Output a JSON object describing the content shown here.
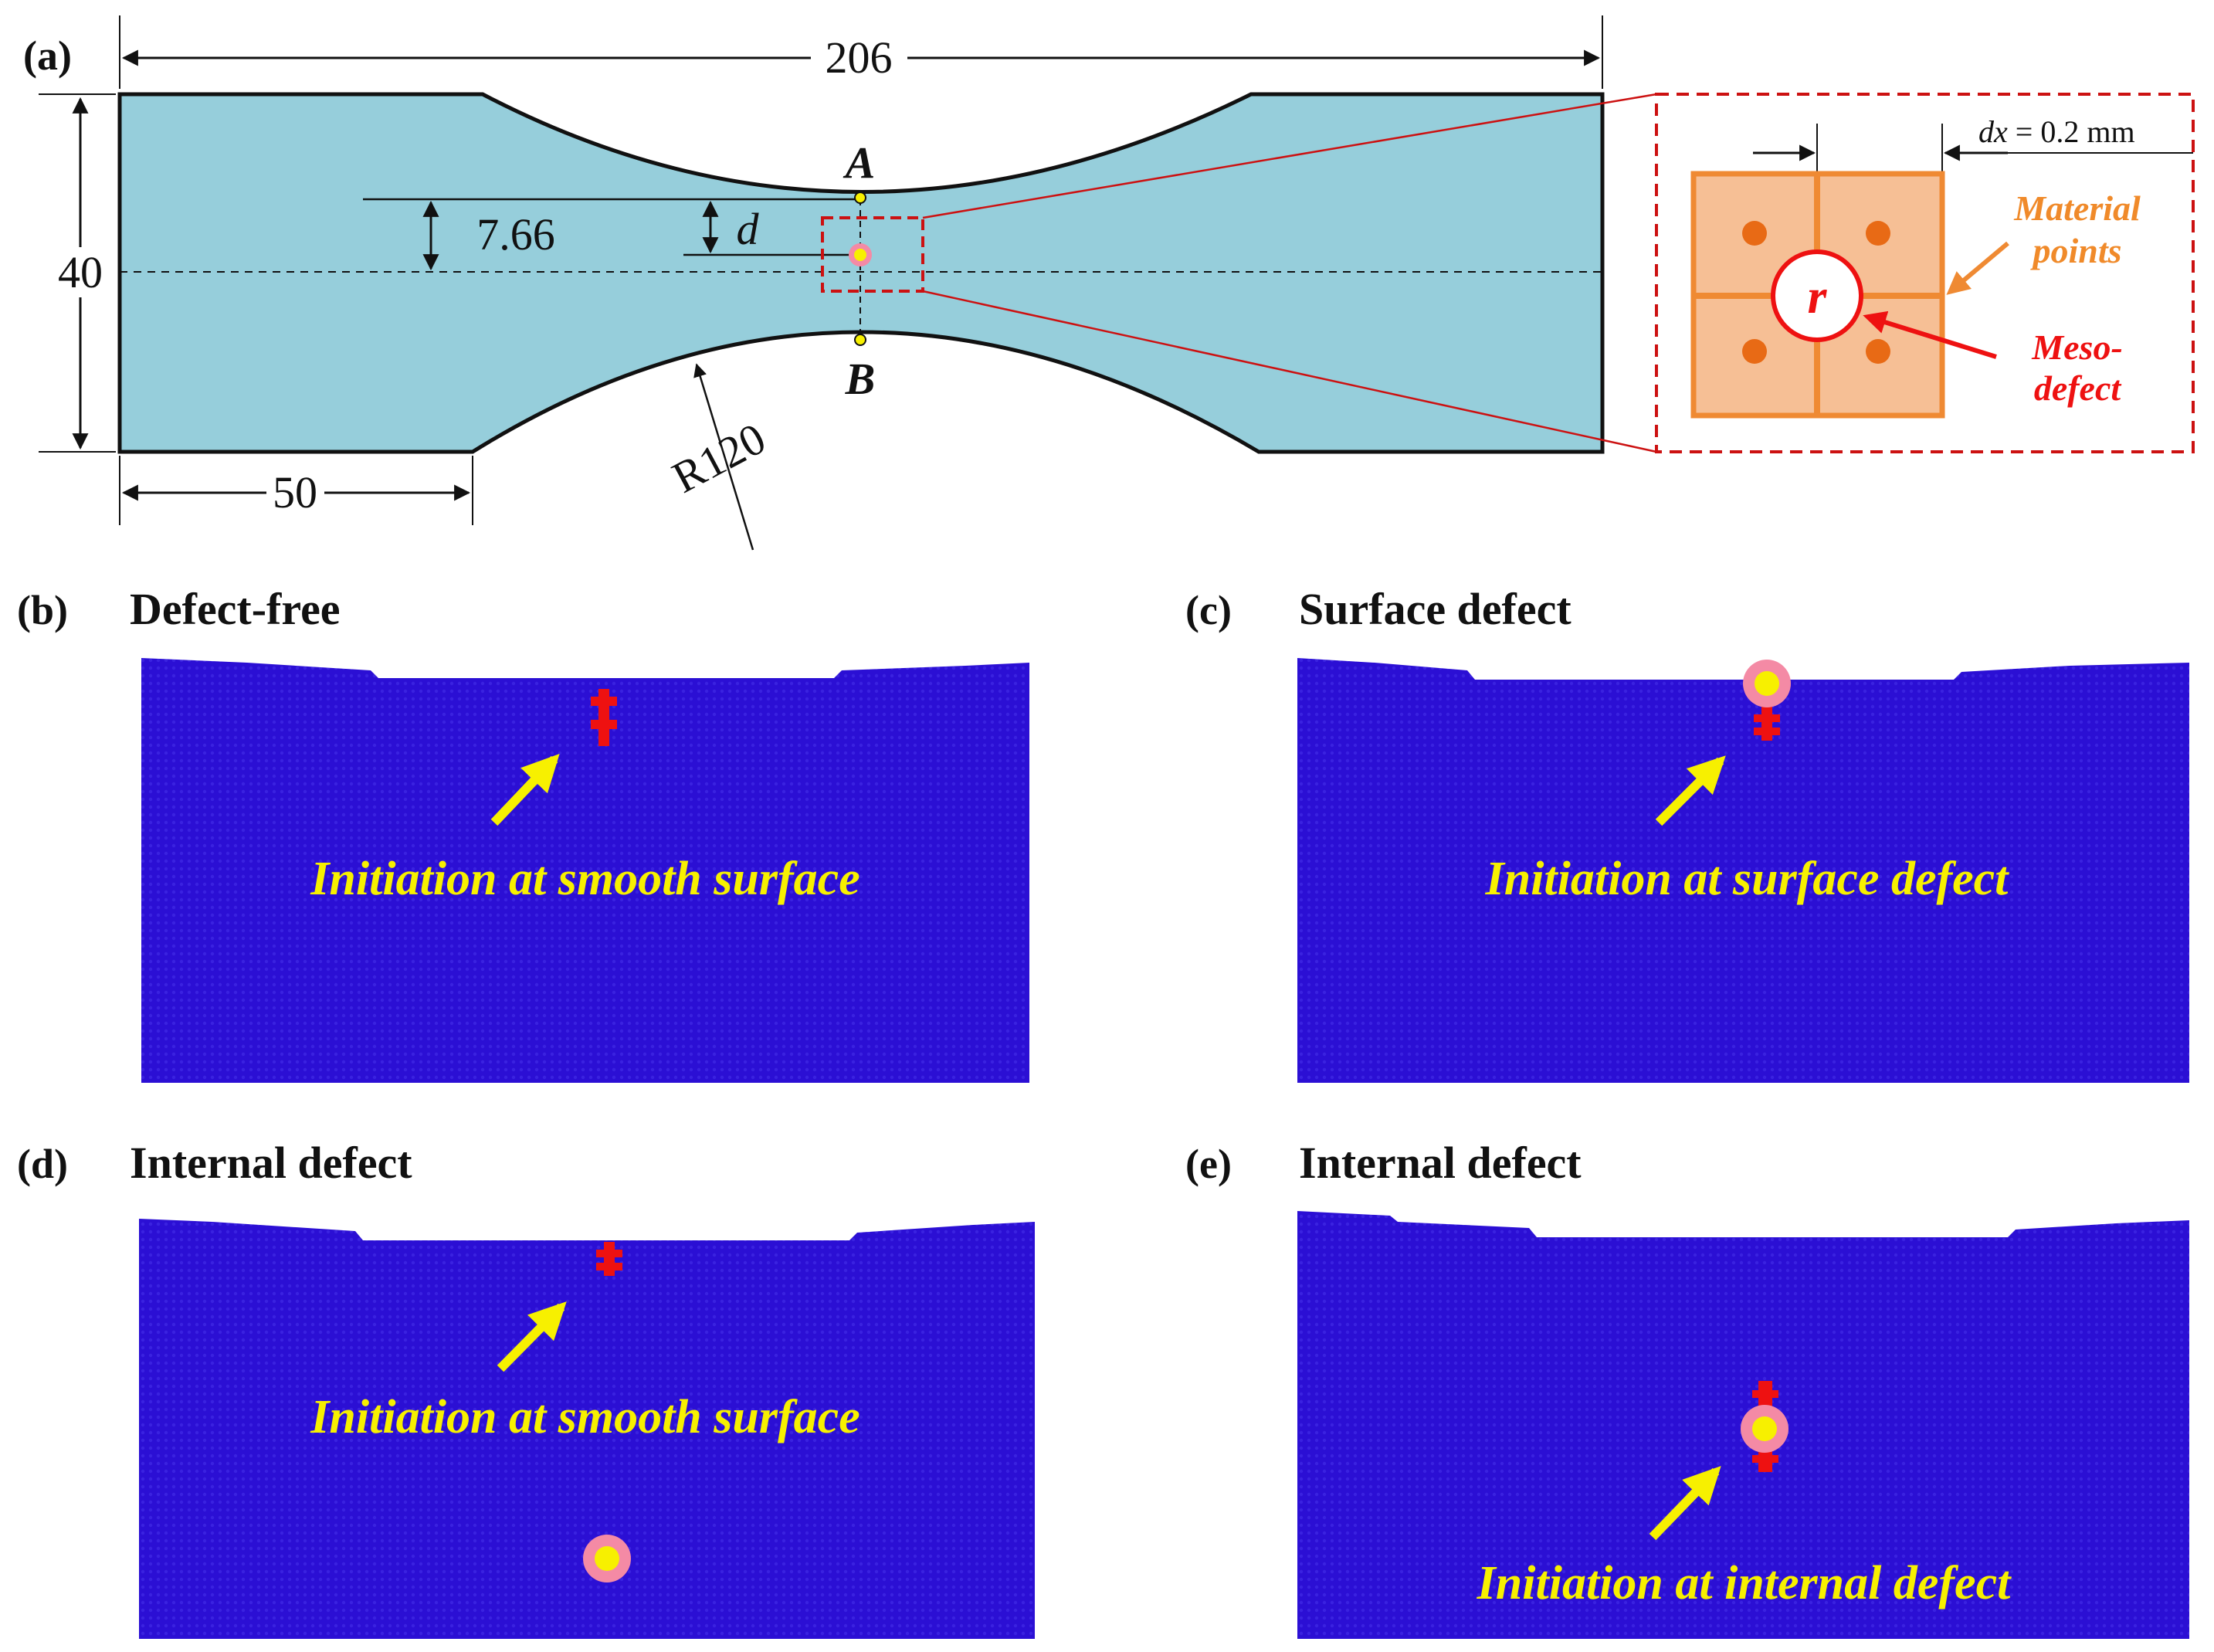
{
  "panel_a": {
    "label": "(a)",
    "dims": {
      "length": "206",
      "width": "40",
      "grip": "50",
      "radius": "R120",
      "half_neck": "7.66",
      "depth": "d"
    },
    "points": {
      "a": "A",
      "b": "B"
    },
    "zoom": {
      "dx_var": "dx",
      "dx_rest": " = 0.2 mm",
      "radius_symbol": "r",
      "material_points_line1": "Material",
      "material_points_line2": "points",
      "meso_line1": "Meso-",
      "meso_line2": "defect"
    }
  },
  "panels": [
    {
      "label": "(b)",
      "title": "Defect-free",
      "caption": "Initiation at smooth surface"
    },
    {
      "label": "(c)",
      "title": "Surface defect",
      "caption": "Initiation at surface defect"
    },
    {
      "label": "(d)",
      "title": "Internal defect",
      "caption": "Initiation at smooth surface"
    },
    {
      "label": "(e)",
      "title": "Internal defect",
      "caption": "Initiation at internal defect"
    }
  ],
  "colors": {
    "specimen_fill": "#96cedb",
    "simulation_fill": "#2b0fd4",
    "crack": "#ee1111",
    "caption": "#f7f000",
    "defect_ring": "#f48aa5",
    "defect_core": "#f7f000",
    "cell_fill": "#f6bf95",
    "cell_border": "#ef8a33",
    "zoom_frame": "#cc1111"
  }
}
